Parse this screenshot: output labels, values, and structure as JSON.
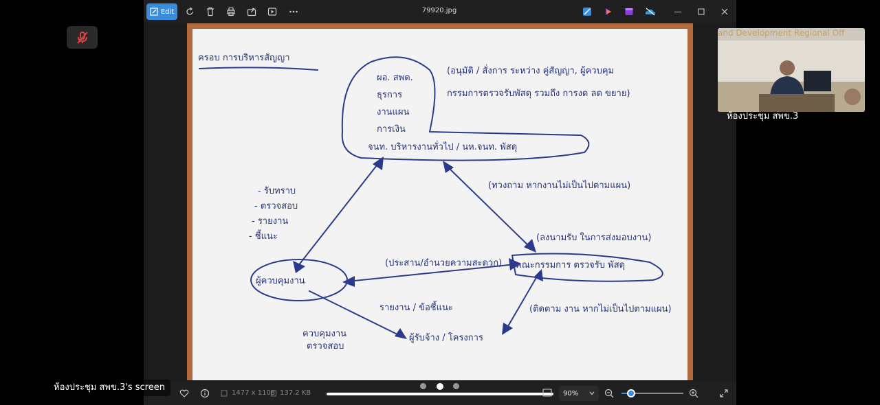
{
  "window": {
    "file_title": "79920.jpg",
    "edit_label": "Edit"
  },
  "status": {
    "dimensions": "1477 x 1108",
    "file_size": "137.2 KB",
    "zoom": "90%",
    "zoom_fraction": 0.15
  },
  "meeting": {
    "camera_banner": "and Development Regional Off",
    "camera_name": "ห้องประชุม สพข.3",
    "share_label": "ห้องประชุม สพข.3's screen"
  },
  "whiteboard": {
    "title": "ครอบ การบริหารสัญญา",
    "top_list": [
      "ผอ. สพด.",
      "ธุรการ",
      "งานแผน",
      "การเงิน",
      "จนท. บริหารงานทั่วไป / นห.จนท. พัสดุ"
    ],
    "top_note_1": "(อนุมัติ / สั่งการ ระหว่าง คู่สัญญา, ผู้ควบคุม",
    "top_note_2": "กรรมการตรวจรับพัสดุ รวมถึง การงด ลด ขยาย)",
    "right_note_1": "(ทวงถาม หากงานไม่เป็นไปตามแผน)",
    "left_items": [
      "- รับทราบ",
      "- ตรวจสอบ",
      "- รายงาน",
      "- ชี้แนะ"
    ],
    "supervisor": "ผู้ควบคุมงาน",
    "middle_note": "(ประสาน/อำนวยความสะดวก)",
    "committee_note": "(ลงนามรับ ในการส่งมอบงาน)",
    "committee": "คณะกรรมการ ตรวจรับ พัสดุ",
    "report_note": "รายงาน / ข้อชี้แนะ",
    "contractor": "ผู้รับจ้าง / โครงการ",
    "contractor_note": "(ติดตาม งาน หากไม่เป็นไปตามแผน)",
    "bottom_left_1": "ควบคุมงาน",
    "bottom_left_2": "ตรวจสอบ"
  }
}
